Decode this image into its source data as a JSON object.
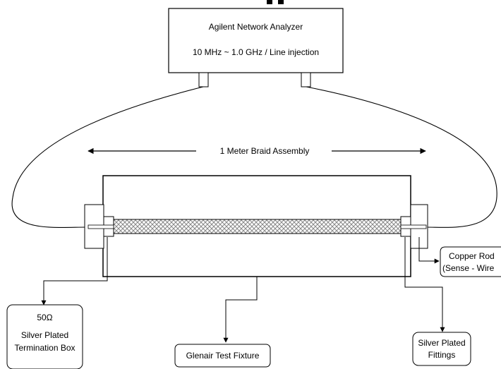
{
  "analyzer": {
    "name": "Agilent Network Analyzer",
    "spec": "10  MHz ~ 1.0 GHz  /  Line injection"
  },
  "assembly_label": "1 Meter Braid Assembly",
  "callouts": {
    "termination": {
      "line1": "50Ω",
      "line2": "Silver Plated",
      "line3": "Termination Box"
    },
    "fixture": {
      "text": "Glenair Test Fixture"
    },
    "fittings": {
      "line1": "Silver Plated",
      "line2": "Fittings"
    },
    "copper_rod": {
      "line1": "Copper Rod",
      "line2": "(Sense - Wire"
    }
  },
  "colors": {
    "line": "#000000",
    "background": "#ffffff",
    "braid": "#888888"
  }
}
